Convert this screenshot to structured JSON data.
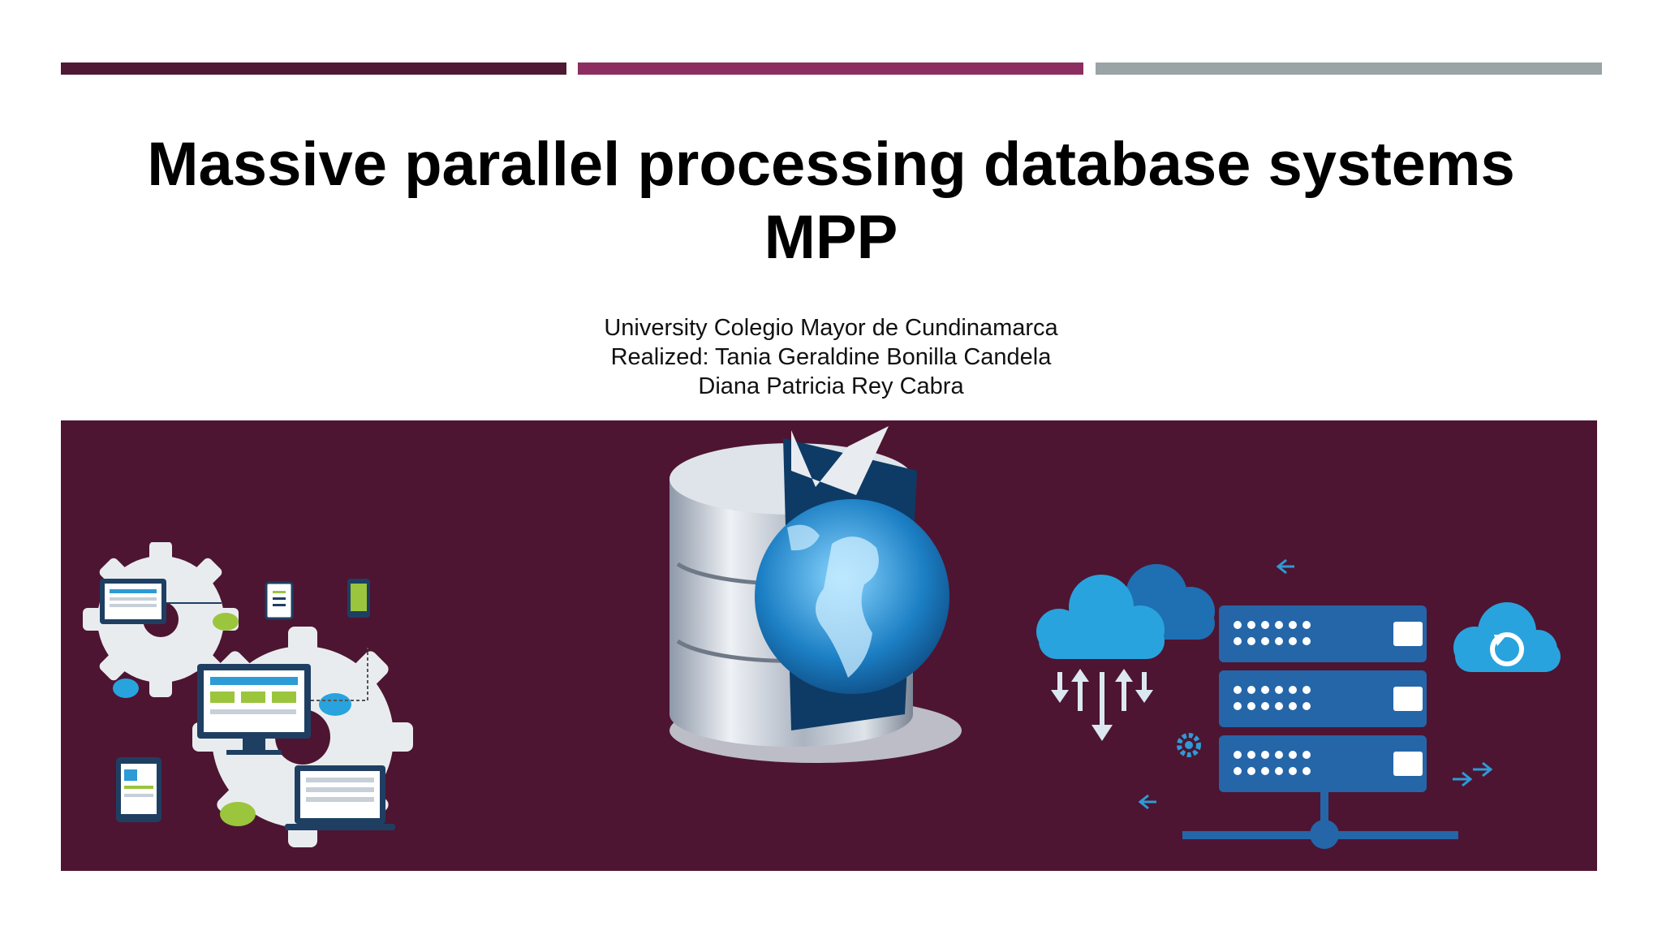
{
  "slide": {
    "title_line1": "Massive parallel processing database systems",
    "title_line2": "MPP",
    "subtitle_line1": "University Colegio Mayor de Cundinamarca",
    "subtitle_line2": "Realized: Tania Geraldine Bonilla Candela",
    "subtitle_line3": "Diana Patricia Rey Cabra"
  },
  "colors": {
    "accent_dark": "#4f1835",
    "accent_mid": "#8d2e60",
    "accent_gray": "#9aa3a6",
    "band": "#4d1532",
    "server_blue": "#2466a8",
    "cloud_blue": "#29a3dd"
  },
  "icons": {
    "left": "network-devices-gears-icon",
    "center": "database-globe-icon",
    "right": "cloud-servers-icon"
  }
}
